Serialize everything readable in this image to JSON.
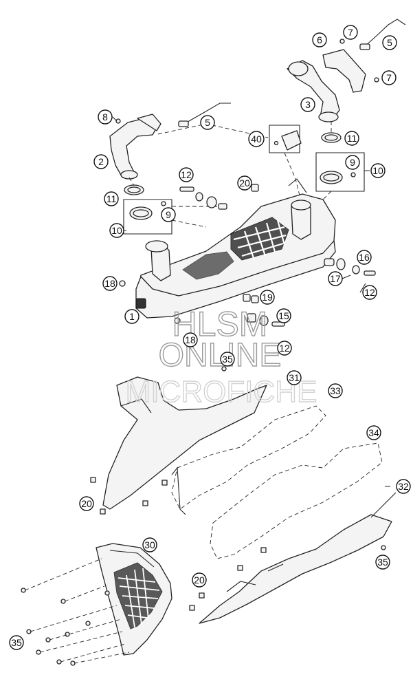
{
  "watermark": {
    "line1": "HLSM",
    "line2": "ONLINE",
    "line3": "MICROFICHE"
  },
  "callouts": [
    "1",
    "2",
    "3",
    "5",
    "5",
    "6",
    "7",
    "7",
    "8",
    "9",
    "9",
    "10",
    "10",
    "11",
    "11",
    "12",
    "12",
    "12",
    "15",
    "16",
    "17",
    "18",
    "18",
    "19",
    "20",
    "20",
    "20",
    "30",
    "31",
    "32",
    "33",
    "34",
    "35",
    "35",
    "35",
    "40"
  ]
}
